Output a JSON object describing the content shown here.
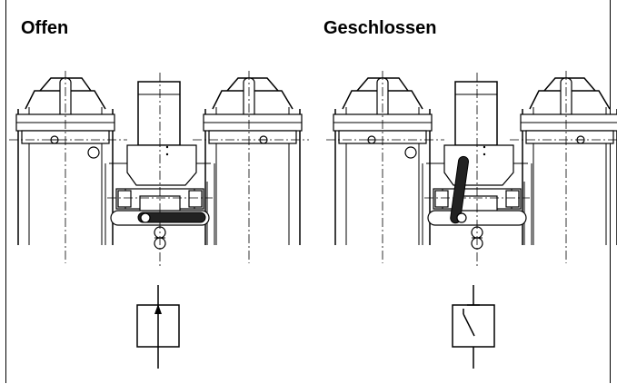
{
  "diagram": {
    "states": [
      {
        "id": "open",
        "label": "Offen",
        "valve": "open"
      },
      {
        "id": "closed",
        "label": "Geschlossen",
        "valve": "closed"
      }
    ]
  }
}
